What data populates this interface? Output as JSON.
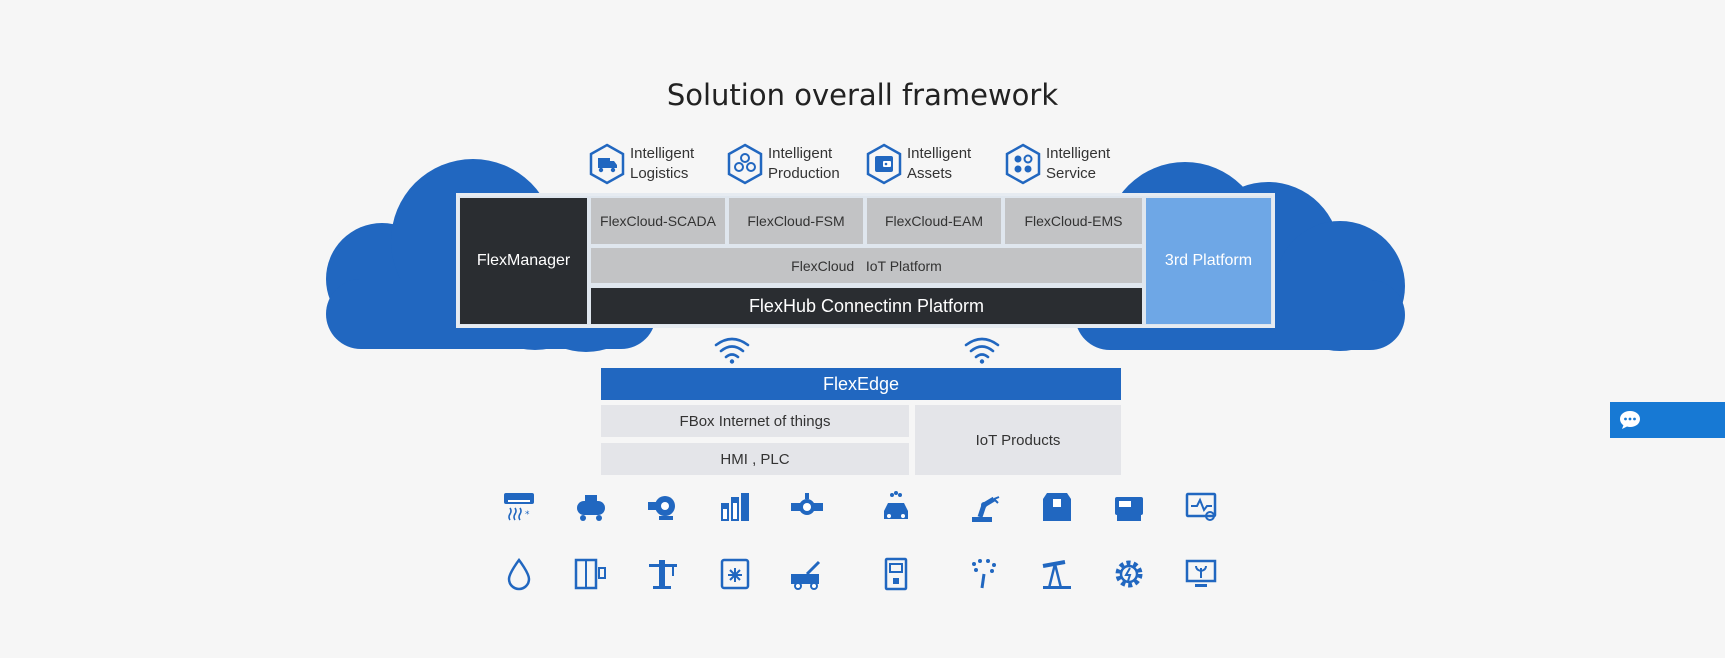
{
  "title": "Solution overall framework",
  "colors": {
    "cloud": "#2167c0",
    "dark": "#2a2d31",
    "grey": "#c2c3c5",
    "light_blue": "#6ea7e6",
    "accent": "#1779d4"
  },
  "capabilities": [
    {
      "line1": "Intelligent",
      "line2": "Logistics",
      "icon": "truck-icon"
    },
    {
      "line1": "Intelligent",
      "line2": "Production",
      "icon": "production-icon"
    },
    {
      "line1": "Intelligent",
      "line2": "Assets",
      "icon": "wallet-icon"
    },
    {
      "line1": "Intelligent",
      "line2": "Service",
      "icon": "service-icon"
    }
  ],
  "platform": {
    "manager": "FlexManager",
    "modules": [
      "FlexCloud-SCADA",
      "FlexCloud-FSM",
      "FlexCloud-EAM",
      "FlexCloud-EMS"
    ],
    "iot_platform": "FlexCloud   IoT Platform",
    "hub": "FlexHub Connectinn Platform",
    "third_party": "3rd Platform"
  },
  "edge": {
    "label": "FlexEdge",
    "fbox": "FBox Internet of things",
    "hmi": "HMI , PLC",
    "iot_products": "IoT Products"
  },
  "devices_row1": [
    "air-conditioner-icon",
    "air-compressor-icon",
    "pump-icon",
    "factory-icon",
    "valve-icon",
    "car-wash-icon",
    "robot-arm-icon",
    "package-icon",
    "printer-icon",
    "monitor-icon"
  ],
  "devices_row2": [
    "water-drop-icon",
    "elevator-icon",
    "tower-crane-icon",
    "freezer-icon",
    "tow-truck-icon",
    "charging-pile-icon",
    "sprinkler-icon",
    "oil-pump-icon",
    "gear-icon",
    "plant-monitor-icon"
  ]
}
